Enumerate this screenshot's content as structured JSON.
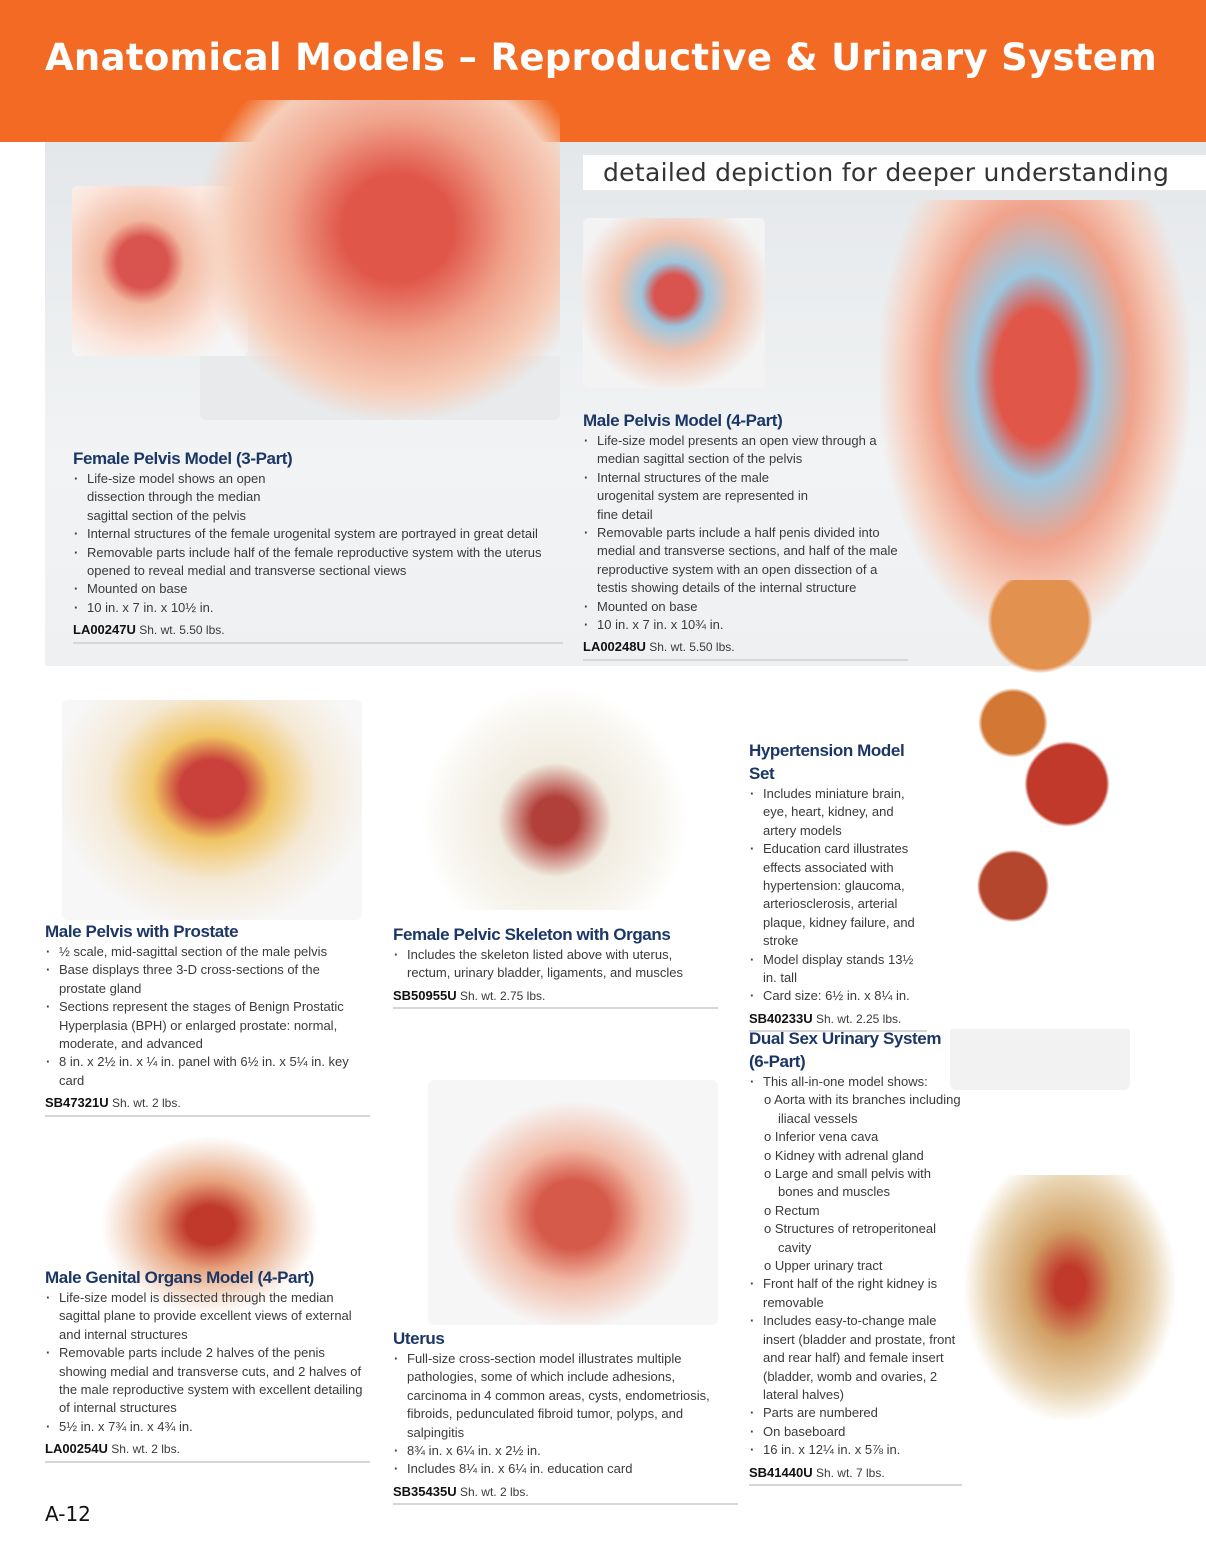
{
  "header": {
    "title": "Anatomical Models – Reproductive & Urinary System"
  },
  "tagline": "detailed depiction for deeper understanding",
  "page_number": "A-12",
  "products": {
    "female_pelvis": {
      "title": "Female Pelvis Model (3-Part)",
      "bullets": [
        "Life-size model shows an open dissection through the median sagittal section of the pelvis",
        "Internal structures of the female urogenital system are portrayed in great detail",
        "Removable parts include half of the female reproductive system with the uterus opened to reveal medial and transverse sectional views",
        "Mounted on base",
        "10 in. x 7 in. x 10½ in."
      ],
      "sku": "LA00247U",
      "weight": "Sh. wt. 5.50 lbs."
    },
    "male_pelvis": {
      "title": "Male Pelvis Model (4-Part)",
      "bullets": [
        "Life-size model presents an open view through a median sagittal section of the pelvis",
        "Internal structures of the male urogenital system are represented in fine detail",
        "Removable parts include a half penis divided into medial and transverse sections, and half of the male reproductive system with an open dissection of a testis showing details of the internal structure",
        "Mounted on base",
        "10 in. x 7 in. x 10¾ in."
      ],
      "sku": "LA00248U",
      "weight": "Sh. wt. 5.50 lbs."
    },
    "male_prostate": {
      "title": "Male Pelvis with Prostate",
      "bullets": [
        "½ scale, mid-sagittal section of the male pelvis",
        "Base displays three 3-D cross-sections of the prostate gland",
        "Sections represent the stages of Benign Prostatic Hyperplasia (BPH) or enlarged prostate: normal, moderate, and advanced",
        "8 in. x 2½ in. x ¼ in. panel with 6½ in. x 5¼ in. key card"
      ],
      "sku": "SB47321U",
      "weight": "Sh. wt. 2 lbs."
    },
    "female_skeleton": {
      "title": "Female Pelvic Skeleton with Organs",
      "bullets": [
        "Includes the skeleton listed above with uterus, rectum, urinary bladder, ligaments, and muscles"
      ],
      "sku": "SB50955U",
      "weight": "Sh. wt. 2.75 lbs."
    },
    "hypertension": {
      "title": "Hypertension Model Set",
      "bullets": [
        "Includes miniature brain, eye, heart, kidney, and artery models",
        "Education card illustrates effects associated with hypertension: glaucoma, arteriosclerosis, arterial plaque, kidney failure, and stroke",
        "Model display stands 13½ in. tall",
        "Card size: 6½ in. x 8¼ in."
      ],
      "sku": "SB40233U",
      "weight": "Sh. wt. 2.25 lbs."
    },
    "dual_sex": {
      "title": "Dual Sex Urinary System (6-Part)",
      "bullets": [
        "This all-in-one model shows:",
        "o Aorta with its branches including iliacal vessels",
        "o Inferior vena cava",
        "o Kidney with adrenal gland",
        "o Large and small pelvis with bones and muscles",
        "o Rectum",
        "o Structures of retroperitoneal cavity",
        "o Upper urinary tract",
        "Front half of the right kidney is removable",
        "Includes easy-to-change male insert (bladder and prostate, front and rear half) and female insert (bladder, womb and ovaries, 2 lateral halves)",
        "Parts are numbered",
        "On baseboard",
        "16 in. x 12¼ in. x 5⅞ in."
      ],
      "sku": "SB41440U",
      "weight": "Sh. wt. 7 lbs."
    },
    "male_genital": {
      "title": "Male Genital Organs Model (4-Part)",
      "bullets": [
        "Life-size model is dissected through the median sagittal plane to provide excellent views of external and internal structures",
        "Removable parts include 2 halves of the penis showing medial and transverse cuts, and 2 halves of the male reproductive system with excellent detailing of internal structures",
        "5½ in. x 7¾ in. x 4¾ in."
      ],
      "sku": "LA00254U",
      "weight": "Sh. wt. 2 lbs."
    },
    "uterus": {
      "title": "Uterus",
      "bullets": [
        "Full-size cross-section model illustrates multiple pathologies, some of which include adhesions, carcinoma in 4 common areas, cysts, endometriosis, fibroids, pedunculated fibroid tumor, polyps, and salpingitis",
        "8¾ in. x 6¼ in. x 2½ in.",
        "Includes 8¼ in. x 6¼ in. education card"
      ],
      "sku": "SB35435U",
      "weight": "Sh. wt. 2 lbs."
    }
  },
  "colors": {
    "header": "#f26a24",
    "title": "#1c3766"
  }
}
